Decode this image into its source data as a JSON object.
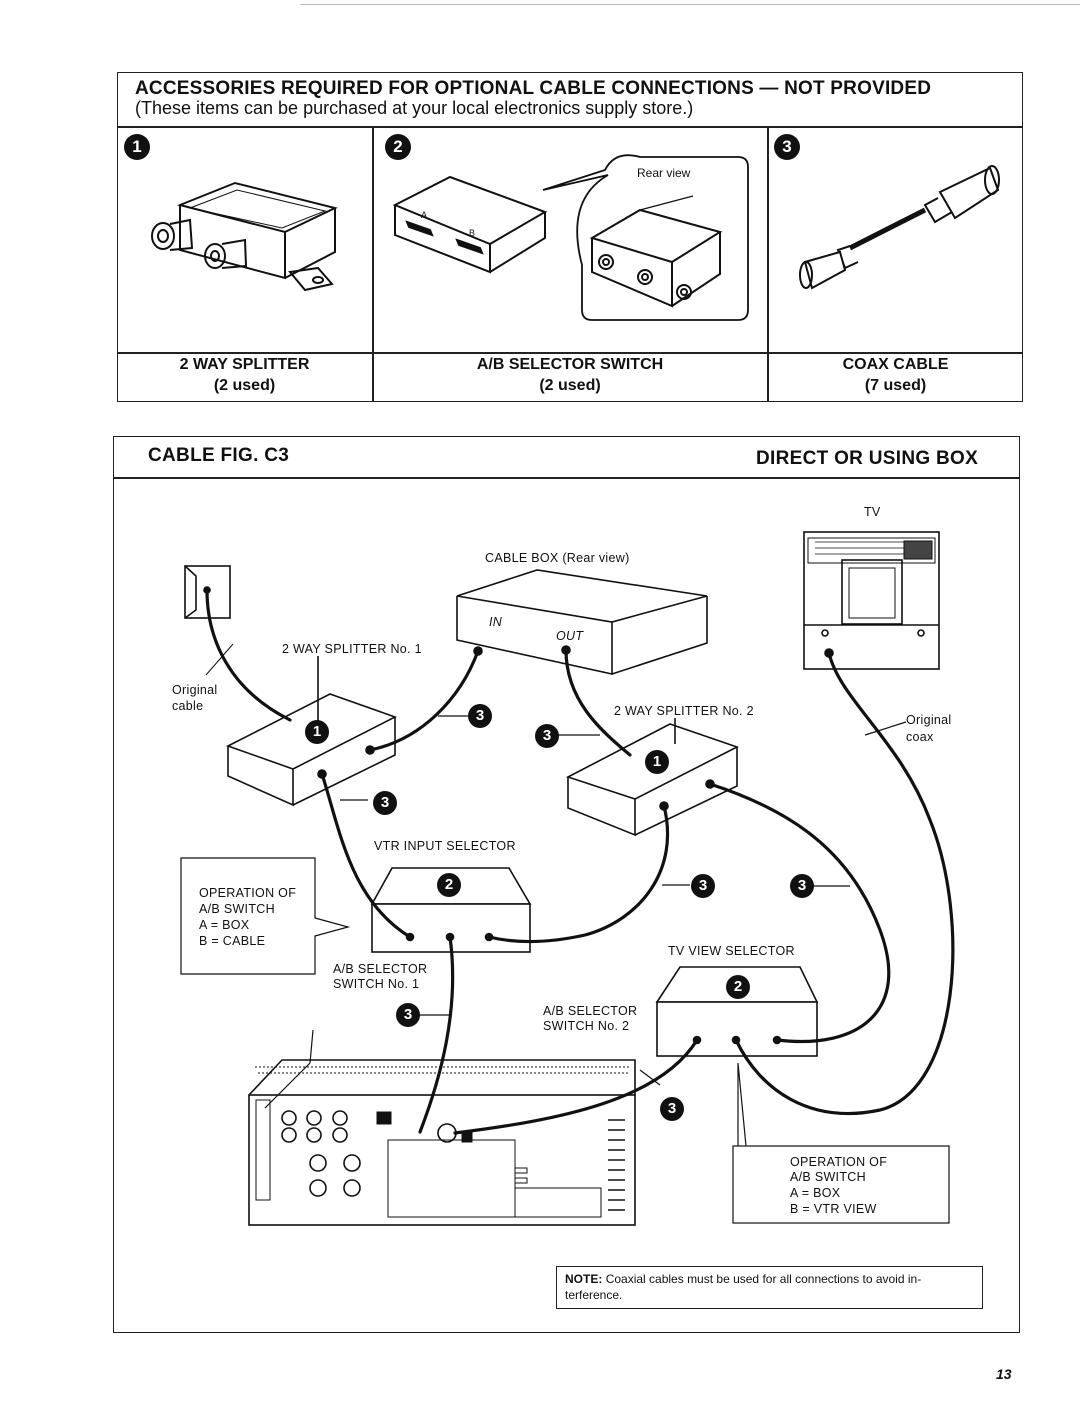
{
  "accessories": {
    "title": "ACCESSORIES REQUIRED FOR OPTIONAL CABLE CONNECTIONS — NOT PROVIDED",
    "subtitle": "(These items can be purchased at your local electronics supply store.)",
    "items": [
      {
        "number": "1",
        "name": "2 WAY SPLITTER",
        "qty": "(2 used)"
      },
      {
        "number": "2",
        "name": "A/B SELECTOR SWITCH",
        "qty": "(2 used)",
        "inset_label": "Rear view"
      },
      {
        "number": "3",
        "name": "COAX CABLE",
        "qty": "(7 used)"
      }
    ]
  },
  "figure": {
    "title": "CABLE FIG. C3",
    "mode": "DIRECT OR USING BOX",
    "labels": {
      "tv": "TV",
      "cable_box": "CABLE BOX (Rear view)",
      "in": "IN",
      "out": "OUT",
      "splitter1": "2 WAY SPLITTER No. 1",
      "splitter2": "2 WAY SPLITTER No. 2",
      "original_cable_1": "Original",
      "original_cable_2": "cable",
      "original_coax_1": "Original",
      "original_coax_2": "coax",
      "vtr_input_selector": "VTR INPUT SELECTOR",
      "ab_switch1_1": "A/B SELECTOR",
      "ab_switch1_2": "SWITCH No. 1",
      "tv_view_selector": "TV VIEW SELECTOR",
      "ab_switch2_1": "A/B SELECTOR",
      "ab_switch2_2": "SWITCH No. 2",
      "port_b": "B",
      "port_tv": "TV",
      "port_a": "A"
    },
    "operation1": [
      "OPERATION OF",
      "A/B SWITCH",
      "A = BOX",
      "B = CABLE"
    ],
    "operation2": [
      "OPERATION OF",
      "A/B SWITCH",
      "A = BOX",
      "B = VTR VIEW"
    ],
    "note_label": "NOTE:",
    "note_text": "Coaxial cables must be used for all connections to avoid in-terference."
  },
  "page_number": "13"
}
